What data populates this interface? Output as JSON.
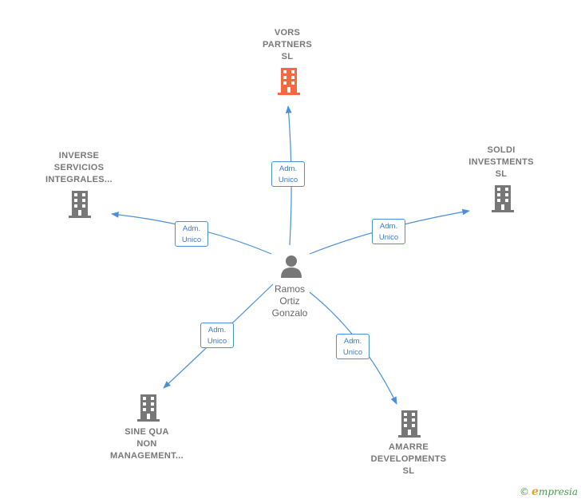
{
  "colors": {
    "edge": "#4a8fd9",
    "company": "#777777",
    "highlight": "#f26a3d",
    "person": "#666666"
  },
  "center": {
    "name_lines": [
      "Ramos",
      "Ortiz",
      "Gonzalo"
    ],
    "icon": "person-icon"
  },
  "nodes": [
    {
      "id": "vors",
      "lines": [
        "VORS",
        "PARTNERS",
        "SL"
      ],
      "icon": "building-icon",
      "highlight": true
    },
    {
      "id": "inverse",
      "lines": [
        "INVERSE",
        "SERVICIOS",
        "INTEGRALES..."
      ],
      "icon": "building-icon",
      "highlight": false
    },
    {
      "id": "soldi",
      "lines": [
        "SOLDI",
        "INVESTMENTS",
        "SL"
      ],
      "icon": "building-icon",
      "highlight": false
    },
    {
      "id": "sine",
      "lines": [
        "SINE QUA",
        "NON",
        "MANAGEMENT..."
      ],
      "icon": "building-icon",
      "highlight": false
    },
    {
      "id": "amarre",
      "lines": [
        "AMARRE",
        "DEVELOPMENTS",
        "SL"
      ],
      "icon": "building-icon",
      "highlight": false
    }
  ],
  "edges": [
    {
      "to": "vors",
      "label_lines": [
        "Adm.",
        "Unico"
      ]
    },
    {
      "to": "inverse",
      "label_lines": [
        "Adm.",
        "Unico"
      ]
    },
    {
      "to": "soldi",
      "label_lines": [
        "Adm.",
        "Unico"
      ]
    },
    {
      "to": "sine",
      "label_lines": [
        "Adm.",
        "Unico"
      ]
    },
    {
      "to": "amarre",
      "label_lines": [
        "Adm.",
        "Unico"
      ]
    }
  ],
  "footer": {
    "copyright": "©",
    "brand_initial": "e",
    "brand_rest": "mpresia"
  }
}
